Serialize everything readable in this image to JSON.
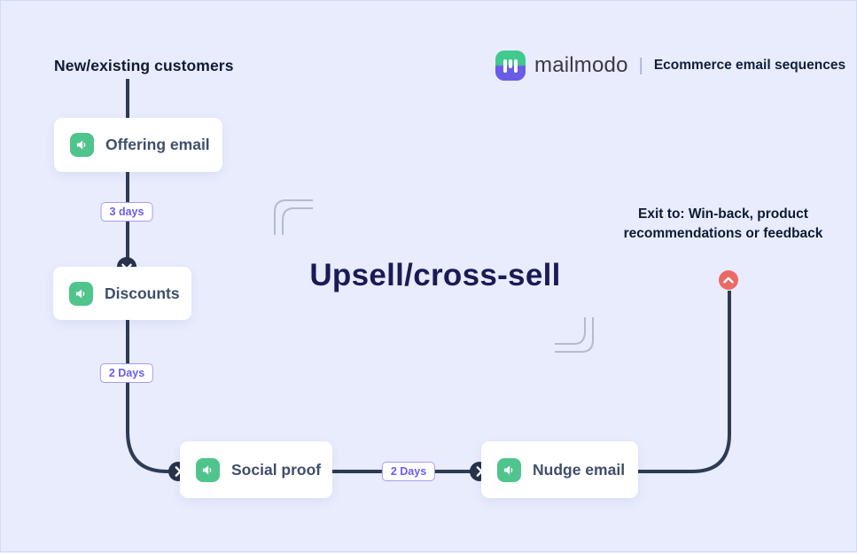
{
  "canvas": {
    "background": "#e8ecfd",
    "line_color": "#2e3b54",
    "marker_circle_color": "#27334d",
    "exit_circle_color": "#ea6a64",
    "node_icon_color": "#4fc48d",
    "badge_border_color": "#a79bf8",
    "badge_text_color": "#6a5cf0",
    "title_color": "#1a1b55"
  },
  "header": {
    "start_label": "New/existing customers",
    "brand_name": "mailmodo",
    "separator": "|",
    "tagline": "Ecommerce email sequences"
  },
  "title": "Upsell/cross-sell",
  "exit_note": "Exit to: Win-back, product recommendations or feedback",
  "nodes": [
    {
      "label": "Offering email",
      "icon": "megaphone-icon"
    },
    {
      "label": "Discounts",
      "icon": "megaphone-icon"
    },
    {
      "label": "Social proof",
      "icon": "megaphone-icon"
    },
    {
      "label": "Nudge email",
      "icon": "megaphone-icon"
    }
  ],
  "delays": [
    {
      "label": "3 days"
    },
    {
      "label": "2 Days"
    },
    {
      "label": "2 Days"
    }
  ]
}
